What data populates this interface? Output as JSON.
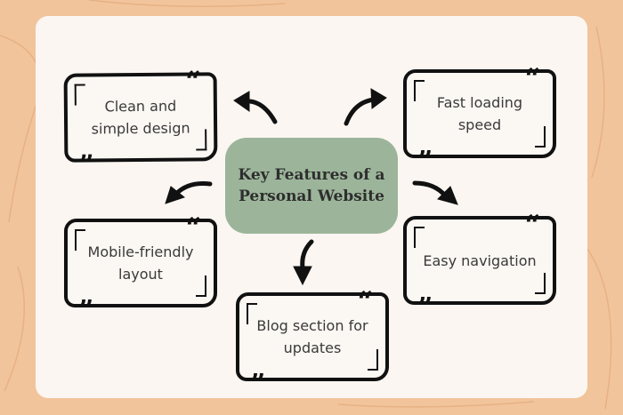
{
  "center_title": "Key Features of a Personal Website",
  "features": [
    "Clean and simple design",
    "Fast loading speed",
    "Mobile-friendly layout",
    "Easy navigation",
    "Blog section for updates"
  ],
  "colors": {
    "background": "#f2c49b",
    "card": "#fbf6f2",
    "center": "#9cb59a"
  }
}
